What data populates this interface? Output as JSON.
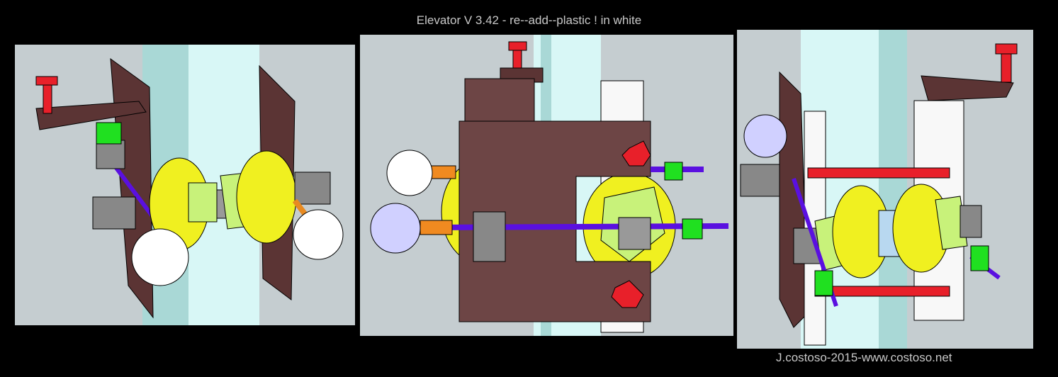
{
  "title": "Elevator V 3.42 - re--add--plastic ! in white",
  "credit": "J.costoso-2015-www.costoso.net",
  "colors": {
    "background": "#000000",
    "viewport": "#c5cdd0",
    "glass": "#a9d8d6",
    "plate": "#5b3434",
    "bolt": "#e8202a",
    "bearing": "#f0f020",
    "nut": "#c8f27a",
    "rod": "#5a10e0",
    "spring": "#f07a7a",
    "clamp": "#20e020"
  },
  "panels": [
    "view-left",
    "view-front",
    "view-right"
  ]
}
